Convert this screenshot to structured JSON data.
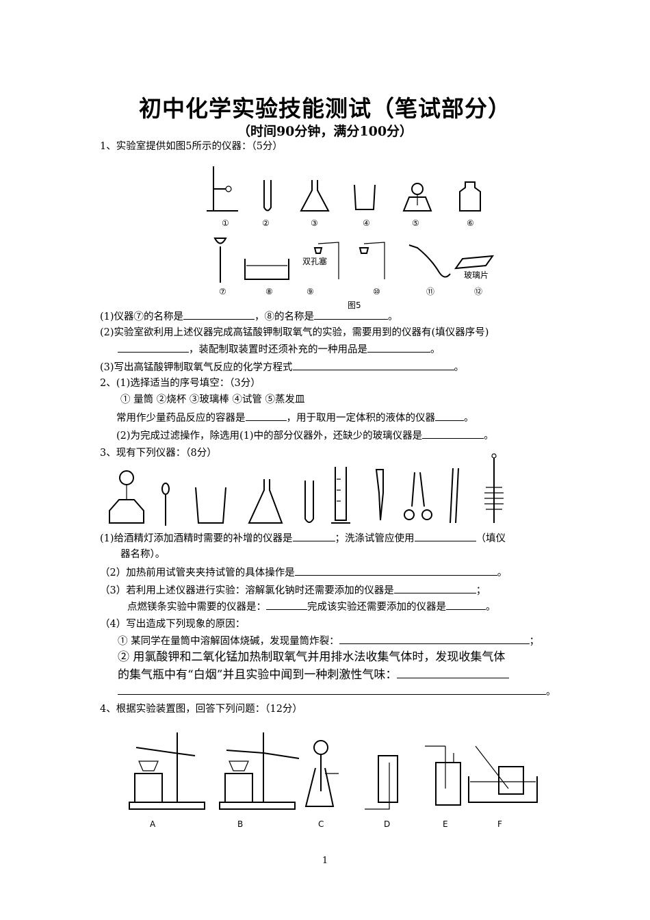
{
  "title": "初中化学实验技能测试（笔试部分）",
  "subtitle": "（时间90分钟，满分100分）",
  "q1": {
    "stem": "1、实验室提供如图5所示的仪器：（5分）",
    "figure_caption": "图5",
    "labels": [
      "①",
      "②",
      "③",
      "④",
      "⑤",
      "⑥",
      "⑦",
      "⑧",
      "⑨",
      "⑩",
      "⑪",
      "⑫"
    ],
    "label_shuangkongsai": "双孔塞",
    "label_boli": "玻璃片",
    "p1_a": "(1)仪器⑦的名称是",
    "p1_b": "，⑧的名称是",
    "p1_c": "。",
    "p2_a": "(2)实验室欲利用上述仪器完成高锰酸钾制取氧气的实验，需要用到的仪器有(填仪器序号)",
    "p2_b": "，装配制取装置时还须补充的一种用品是",
    "p2_c": "。",
    "p3_a": "(3)写出高锰酸钾制取氧气反应的化学方程式",
    "p3_b": "。"
  },
  "q2": {
    "stem": "2、(1)选择适当的序号填空：（3分）",
    "options": "① 量筒 ②烧杯 ③玻璃棒 ④试管 ⑤蒸发皿",
    "line1_a": "常用作少量药品反应的容器是",
    "line1_b": "，用于取用一定体积的液体的仪器",
    "line1_c": "。",
    "line2_a": "(2)为完成过滤操作，除选用(1)中的部分仪器外，还缺少的玻璃仪器是",
    "line2_b": "。"
  },
  "q3": {
    "stem": "3、现有下列仪器：（8分）",
    "p1_a": "(1)给酒精灯添加酒精时需要的补增的仪器是",
    "p1_b": "；洗涤试管应使用",
    "p1_c": "（填仪",
    "p1_d": "器名称）。",
    "p2_a": "（2）加热前用试管夹夹持试管的具体操作是",
    "p2_b": "。",
    "p3_a": "（3）若利用上述仪器进行实验：溶解氯化钠时还需要添加的仪器是",
    "p3_b": "；",
    "p3c_a": "点燃镁条实验中需要的仪器是：",
    "p3c_b": "完成该实验还需要添加的仪器是",
    "p3c_c": "。",
    "p4": "（4）写出造成下列现象的原因：",
    "p4_1a": "① 某同学在量筒中溶解固体烧碱，发现量筒炸裂：",
    "p4_1b": "；",
    "p4_2a": "② 用氯酸钾和二氧化锰加热制取氧气并用排水法收集气体时，发现收集气体",
    "p4_2b": "的集气瓶中有“白烟”并且实验中闻到一种刺激性气味：",
    "p4_2c": "。"
  },
  "q4": {
    "stem": "4、根据实验装置图，回答下列问题：（12分）",
    "labels": [
      "A",
      "B",
      "C",
      "D",
      "E",
      "F"
    ]
  },
  "page_number": "1"
}
